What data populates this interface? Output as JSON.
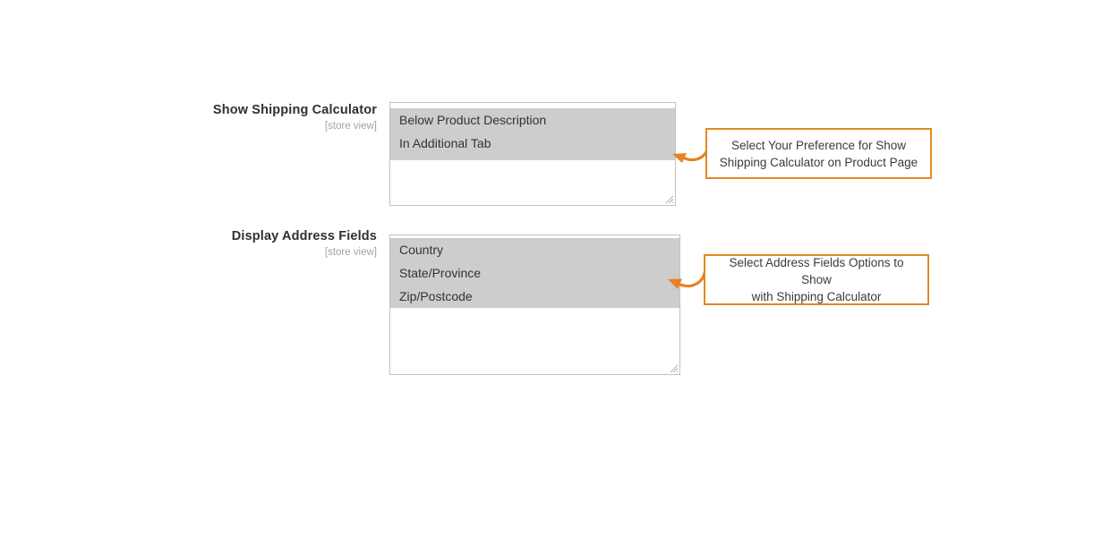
{
  "page": {
    "background_color": "#ffffff",
    "accent_color": "#E08A1E",
    "selection_color": "#cdcdcd"
  },
  "fields": [
    {
      "label": "Show Shipping Calculator",
      "scope": "[store view]",
      "control_type": "multiselect",
      "options": [
        {
          "label": "Below Product Description",
          "selected": true
        },
        {
          "label": "In Additional Tab",
          "selected": true
        }
      ]
    },
    {
      "label": "Display Address Fields",
      "scope": "[store view]",
      "control_type": "multiselect",
      "options": [
        {
          "label": "Country",
          "selected": true
        },
        {
          "label": "State/Province",
          "selected": true
        },
        {
          "label": "Zip/Postcode",
          "selected": true
        }
      ]
    }
  ],
  "annotations": [
    {
      "line1": "Select Your Preference for Show",
      "line2": "Shipping Calculator on Product Page",
      "points_to": "Show Shipping Calculator"
    },
    {
      "line1": "Select Address Fields Options to Show",
      "line2": "with Shipping Calculator",
      "points_to": "Display Address Fields"
    }
  ]
}
